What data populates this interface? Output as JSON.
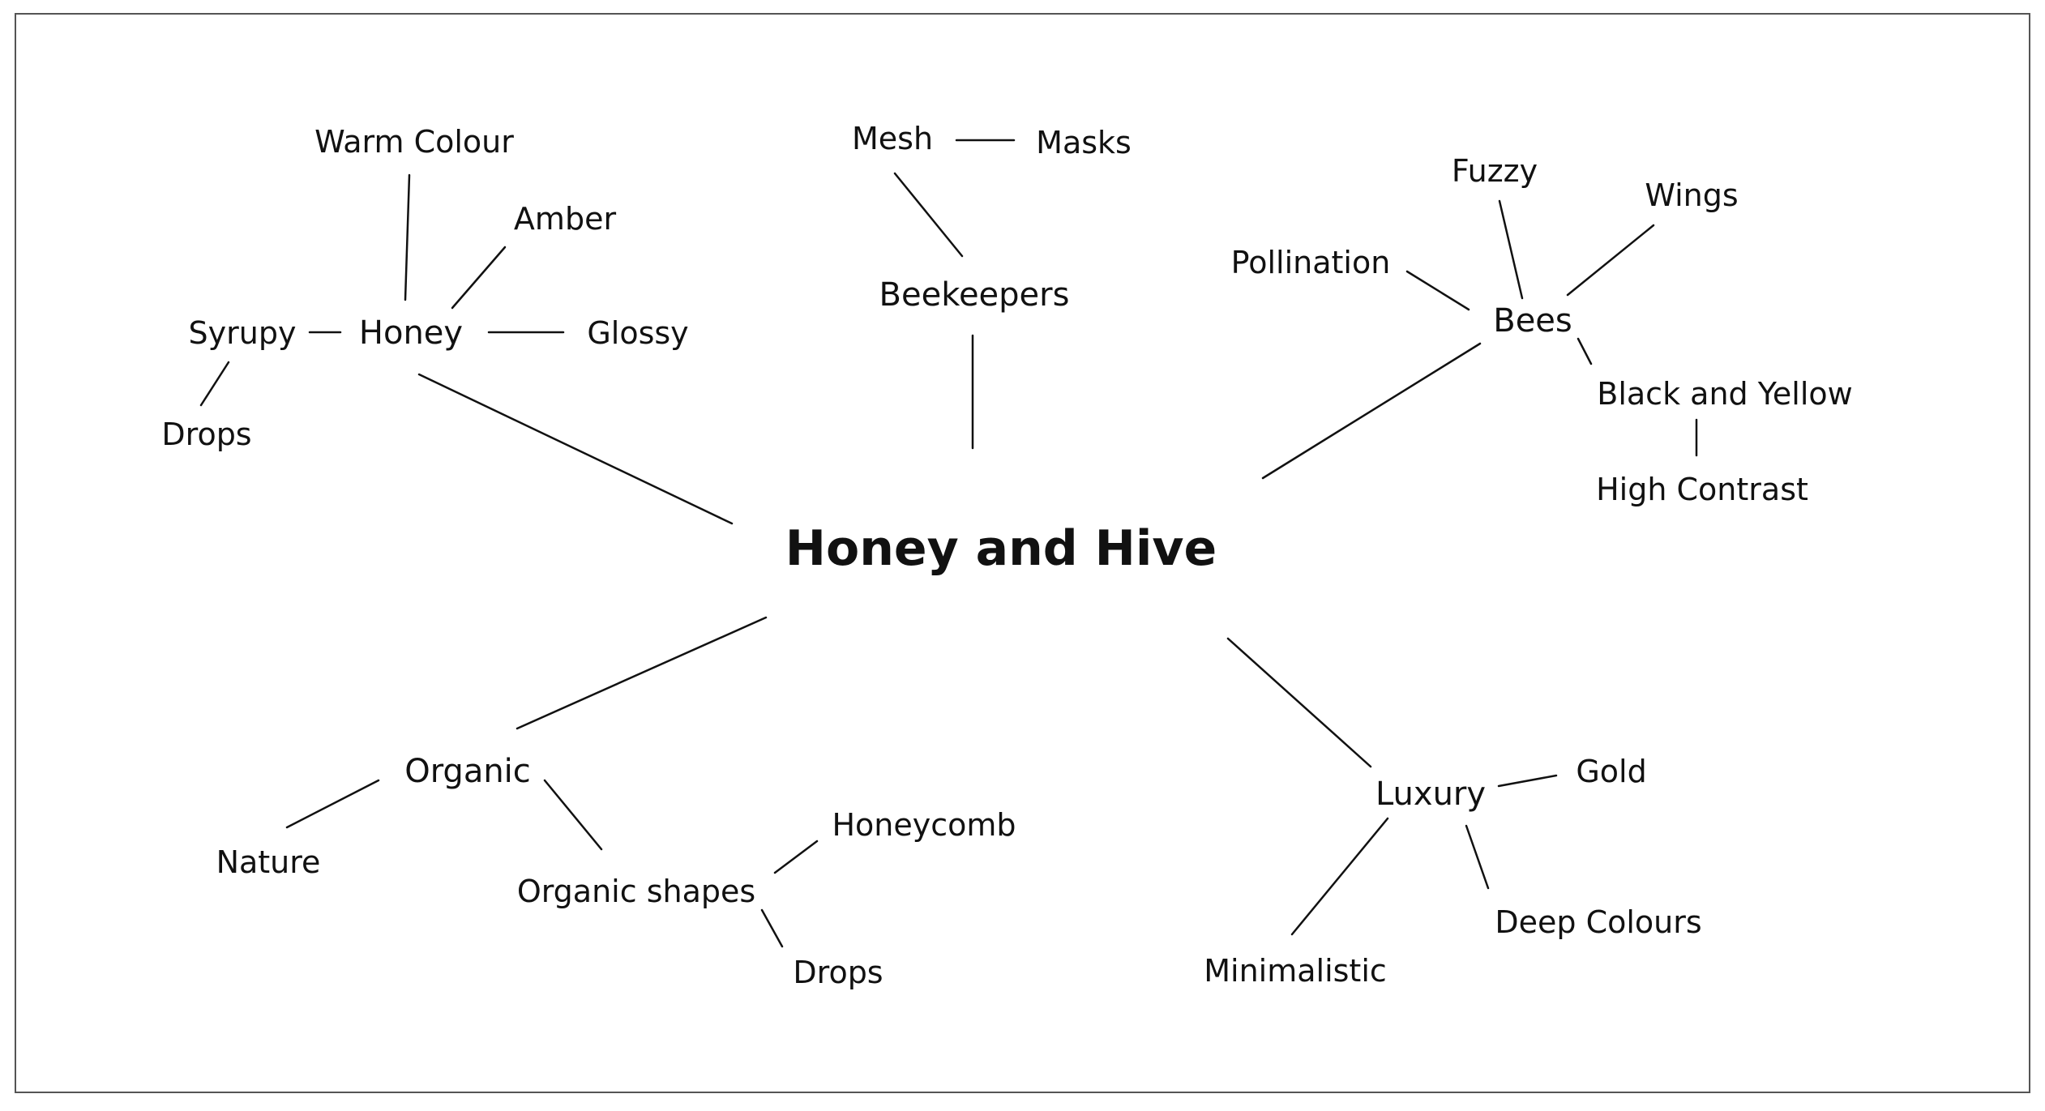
{
  "mindmap": {
    "center": "Honey and Hive",
    "branches": {
      "honey": {
        "label": "Honey",
        "warm_colour": "Warm Colour",
        "amber": "Amber",
        "syrupy": "Syrupy",
        "glossy": "Glossy",
        "drops": "Drops"
      },
      "beekeepers": {
        "label": "Beekeepers",
        "mesh": "Mesh",
        "masks": "Masks"
      },
      "bees": {
        "label": "Bees",
        "fuzzy": "Fuzzy",
        "wings": "Wings",
        "pollination": "Pollination",
        "black_and_yellow": "Black and Yellow",
        "high_contrast": "High Contrast"
      },
      "organic": {
        "label": "Organic",
        "nature": "Nature",
        "organic_shapes": "Organic shapes",
        "honeycomb": "Honeycomb",
        "drops": "Drops"
      },
      "luxury": {
        "label": "Luxury",
        "gold": "Gold",
        "deep_colours": "Deep Colours",
        "minimalistic": "Minimalistic"
      }
    }
  }
}
